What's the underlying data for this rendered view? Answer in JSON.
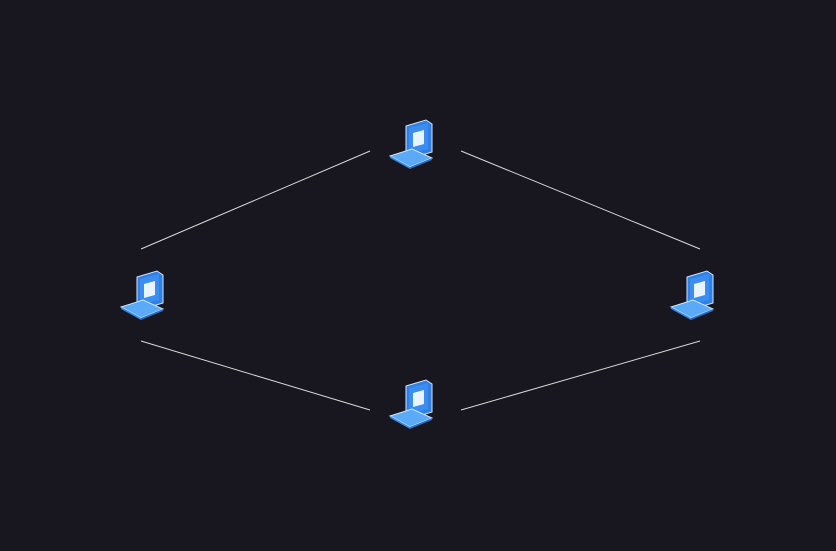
{
  "diagram": {
    "background": "#18161e",
    "link_color": "#d8d8dc",
    "node_icon": "laptop-icon",
    "node_colors": {
      "screen": "#3b8ef0",
      "screen_inner": "#e8f4ff",
      "body": "#5aaaf7",
      "edge": "#cfe6ff"
    },
    "nodes": [
      {
        "id": "top",
        "icon": "laptop-icon"
      },
      {
        "id": "left",
        "icon": "laptop-icon"
      },
      {
        "id": "right",
        "icon": "laptop-icon"
      },
      {
        "id": "bottom",
        "icon": "laptop-icon"
      }
    ],
    "links": [
      {
        "from": "top",
        "to": "left"
      },
      {
        "from": "top",
        "to": "right"
      },
      {
        "from": "left",
        "to": "bottom"
      },
      {
        "from": "right",
        "to": "bottom"
      }
    ]
  }
}
